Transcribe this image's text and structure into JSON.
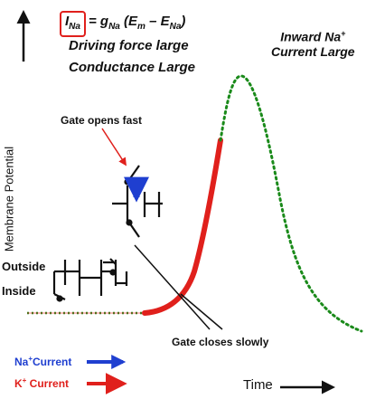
{
  "equation": {
    "current": "I",
    "current_sub": "Na",
    "rhs_conductance": "= g",
    "rhs_conductance_sub": "Na",
    "rhs_open": " (E",
    "rhs_em_sub": "m",
    "rhs_minus": " – E",
    "rhs_ena_sub": "Na",
    "rhs_close": ")"
  },
  "driving_force": "Driving force large",
  "conductance": "Conductance Large",
  "inward_line1": "Inward Na",
  "inward_sup": "+",
  "inward_line2": "Current Large",
  "y_axis_label": "Membrane Potential",
  "x_axis_label": "Time",
  "gate_opens": "Gate opens fast",
  "gate_closes": "Gate closes slowly",
  "outside_label": "Outside",
  "inside_label": "Inside",
  "legend": {
    "na_label": "Na",
    "na_sup": "+",
    "na_suffix": "Current",
    "k_label": "K",
    "k_sup": "+",
    "k_suffix": " Current"
  },
  "colors": {
    "sodium_current": "#1f3fd0",
    "potassium_current": "#e0201c",
    "action_potential_dotted": "#1a8a1a",
    "highlight_box": "#e0201c"
  }
}
